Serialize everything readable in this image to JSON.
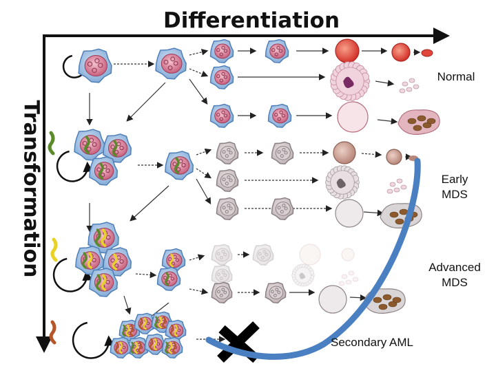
{
  "axes": {
    "horizontal_label": "Differentiation",
    "vertical_label": "Transformation"
  },
  "stage_labels": {
    "normal": "Normal",
    "early": "Early\nMDS",
    "advanced": "Advanced\nMDS",
    "aml": "Secondary AML"
  },
  "colors": {
    "axis": "#111111",
    "cell_body": "#a9c7e8",
    "cell_edge": "#4e7fb8",
    "nucleus": "#d9849c",
    "rbc": "#e0453a",
    "mutation_green": "#5a8a2a",
    "mutation_yellow": "#e8d22a",
    "mutation_orange": "#b5562a",
    "aml_arc": "#4a7fc1",
    "block_x": "#000000"
  }
}
